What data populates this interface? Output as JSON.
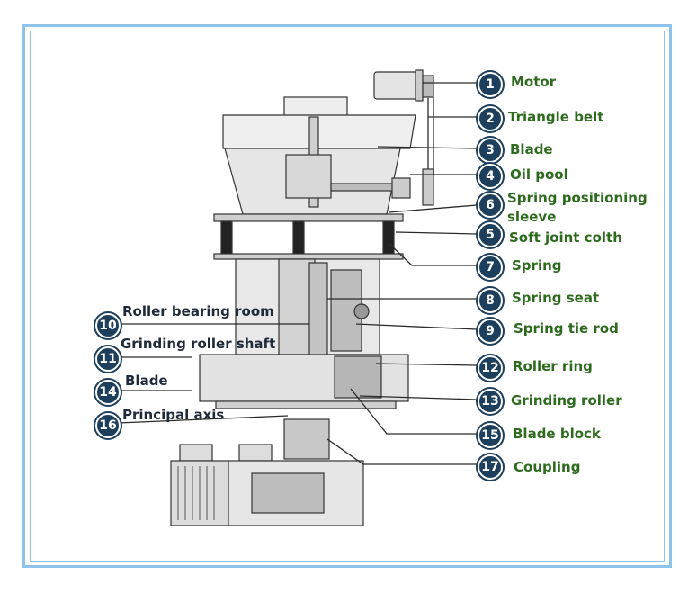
{
  "colors": {
    "frame": "#8ec3ec",
    "badge": "#1d3f5c",
    "right_label": "#2e6b1e",
    "left_label": "#1e2a3a",
    "leader": "#2a2a2a",
    "machine": "#e4e4e4"
  },
  "callouts": [
    {
      "id": "motor",
      "num": "1",
      "label": "Motor",
      "side": "right"
    },
    {
      "id": "triangle-belt",
      "num": "2",
      "label": "Triangle belt",
      "side": "right"
    },
    {
      "id": "blade-top",
      "num": "3",
      "label": "Blade",
      "side": "right"
    },
    {
      "id": "oil-pool",
      "num": "4",
      "label": "Oil pool",
      "side": "right"
    },
    {
      "id": "spring-positioning-sleeve",
      "num": "6",
      "label": "Spring positioning",
      "label2": "sleeve",
      "side": "right"
    },
    {
      "id": "soft-joint-colth",
      "num": "5",
      "label": "Soft joint colth",
      "side": "right"
    },
    {
      "id": "spring",
      "num": "7",
      "label": "Spring",
      "side": "right"
    },
    {
      "id": "spring-seat",
      "num": "8",
      "label": "Spring seat",
      "side": "right"
    },
    {
      "id": "spring-tie-rod",
      "num": "9",
      "label": "Spring tie rod",
      "side": "right"
    },
    {
      "id": "roller-ring",
      "num": "12",
      "label": "Roller ring",
      "side": "right"
    },
    {
      "id": "grinding-roller",
      "num": "13",
      "label": "Grinding roller",
      "side": "right"
    },
    {
      "id": "blade-block",
      "num": "15",
      "label": "Blade block",
      "side": "right"
    },
    {
      "id": "coupling",
      "num": "17",
      "label": "Coupling",
      "side": "right"
    },
    {
      "id": "roller-bearing-room",
      "num": "10",
      "label": "Roller bearing room",
      "side": "left"
    },
    {
      "id": "grinding-roller-shaft",
      "num": "11",
      "label": "Grinding roller shaft",
      "side": "left"
    },
    {
      "id": "blade-left",
      "num": "14",
      "label": "Blade",
      "side": "left"
    },
    {
      "id": "principal-axis",
      "num": "16",
      "label": "Principal axis",
      "side": "left"
    }
  ]
}
